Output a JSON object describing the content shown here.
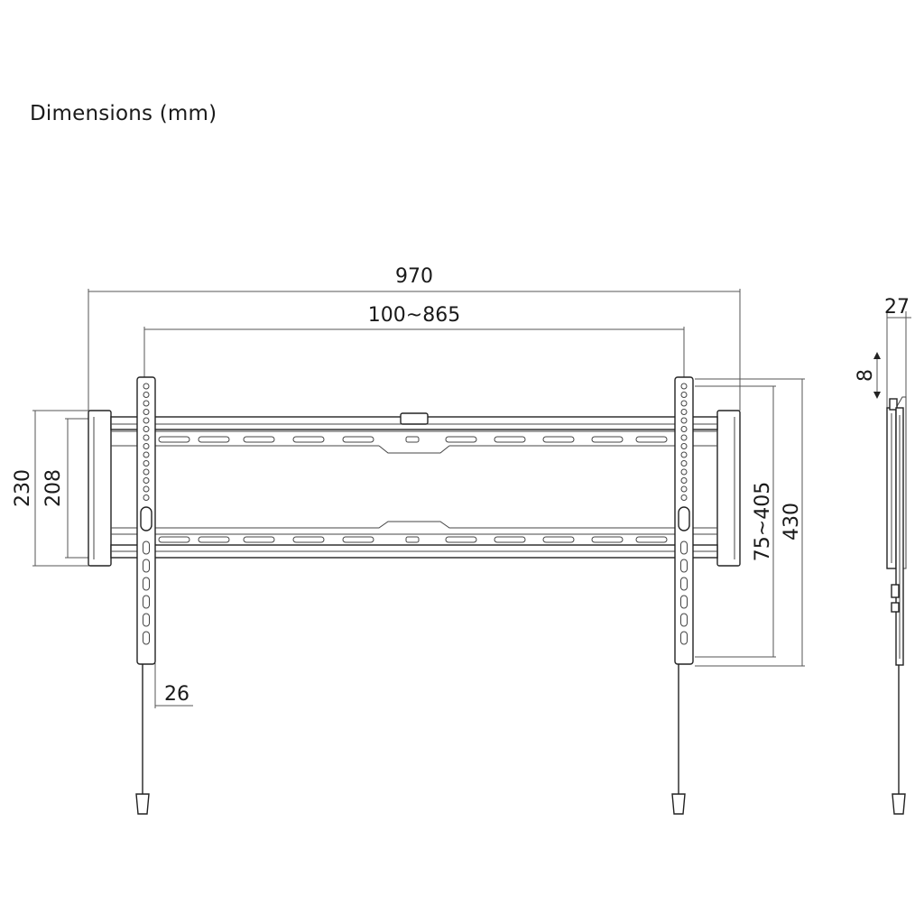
{
  "title": "Dimensions (mm)",
  "dimensions": {
    "overall_width": "970",
    "vesa_width": "100~865",
    "depth": "27",
    "tilt_offset": "8",
    "height_outer": "230",
    "height_inner": "208",
    "vesa_height": "75~405",
    "arm_height": "430",
    "arm_width": "26"
  },
  "colors": {
    "line": "#222222",
    "background": "#ffffff"
  }
}
